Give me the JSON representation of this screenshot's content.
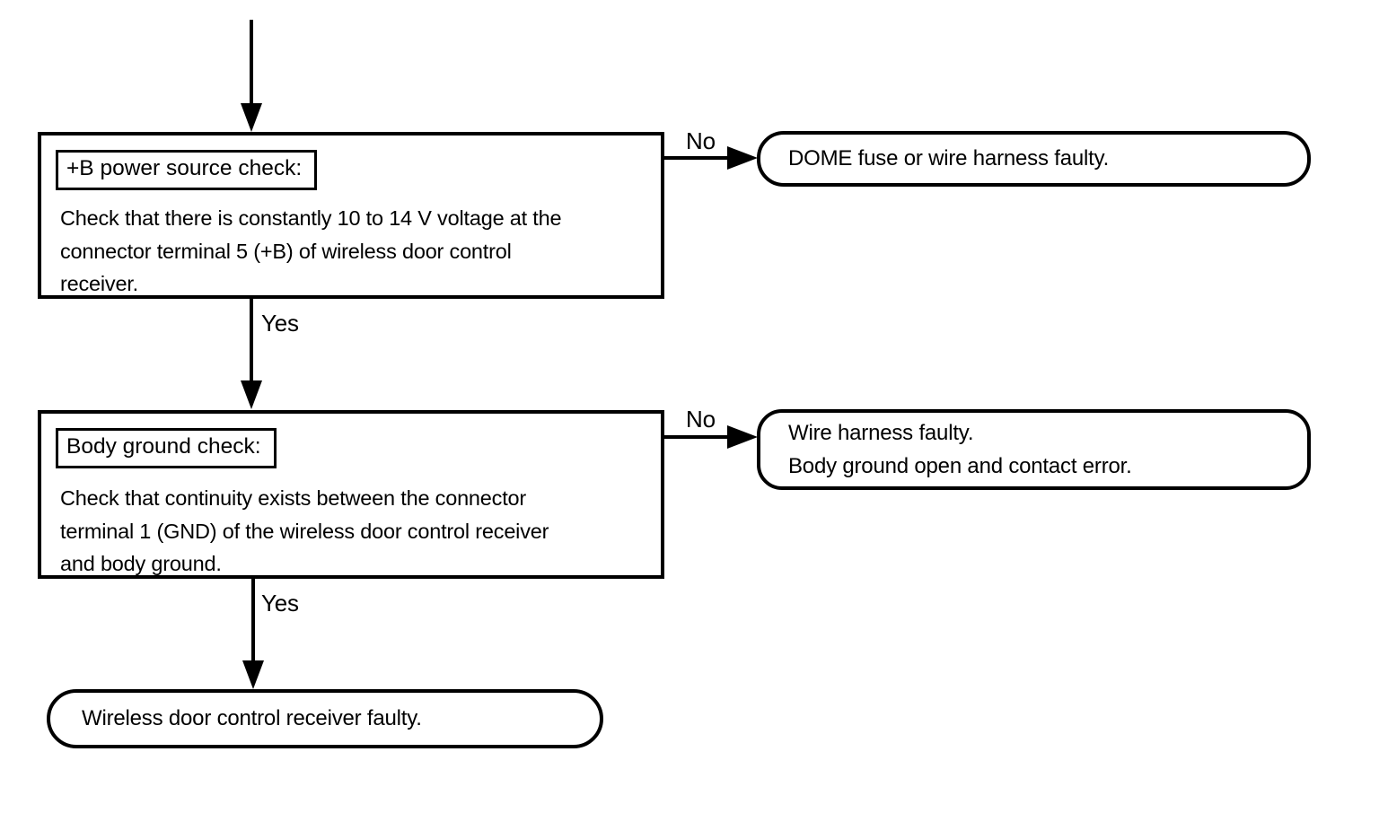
{
  "flowchart": {
    "step1": {
      "title": "+B power source check:",
      "body_lines": [
        "Check that there is constantly 10 to 14 V voltage at the",
        "connector terminal 5 (+B) of wireless door control",
        "receiver."
      ],
      "no_label": "No",
      "yes_label": "Yes",
      "no_result": "DOME fuse or wire harness faulty."
    },
    "step2": {
      "title": "Body ground check:",
      "body_lines": [
        "Check that continuity exists between the connector",
        "terminal 1 (GND) of the wireless door control receiver",
        "and body ground."
      ],
      "no_label": "No",
      "yes_label": "Yes",
      "no_result_lines": [
        "Wire harness faulty.",
        "Body ground open and contact error."
      ]
    },
    "final_result": "Wireless door control receiver faulty."
  },
  "colors": {
    "ink": "#000000",
    "paper": "#ffffff"
  }
}
